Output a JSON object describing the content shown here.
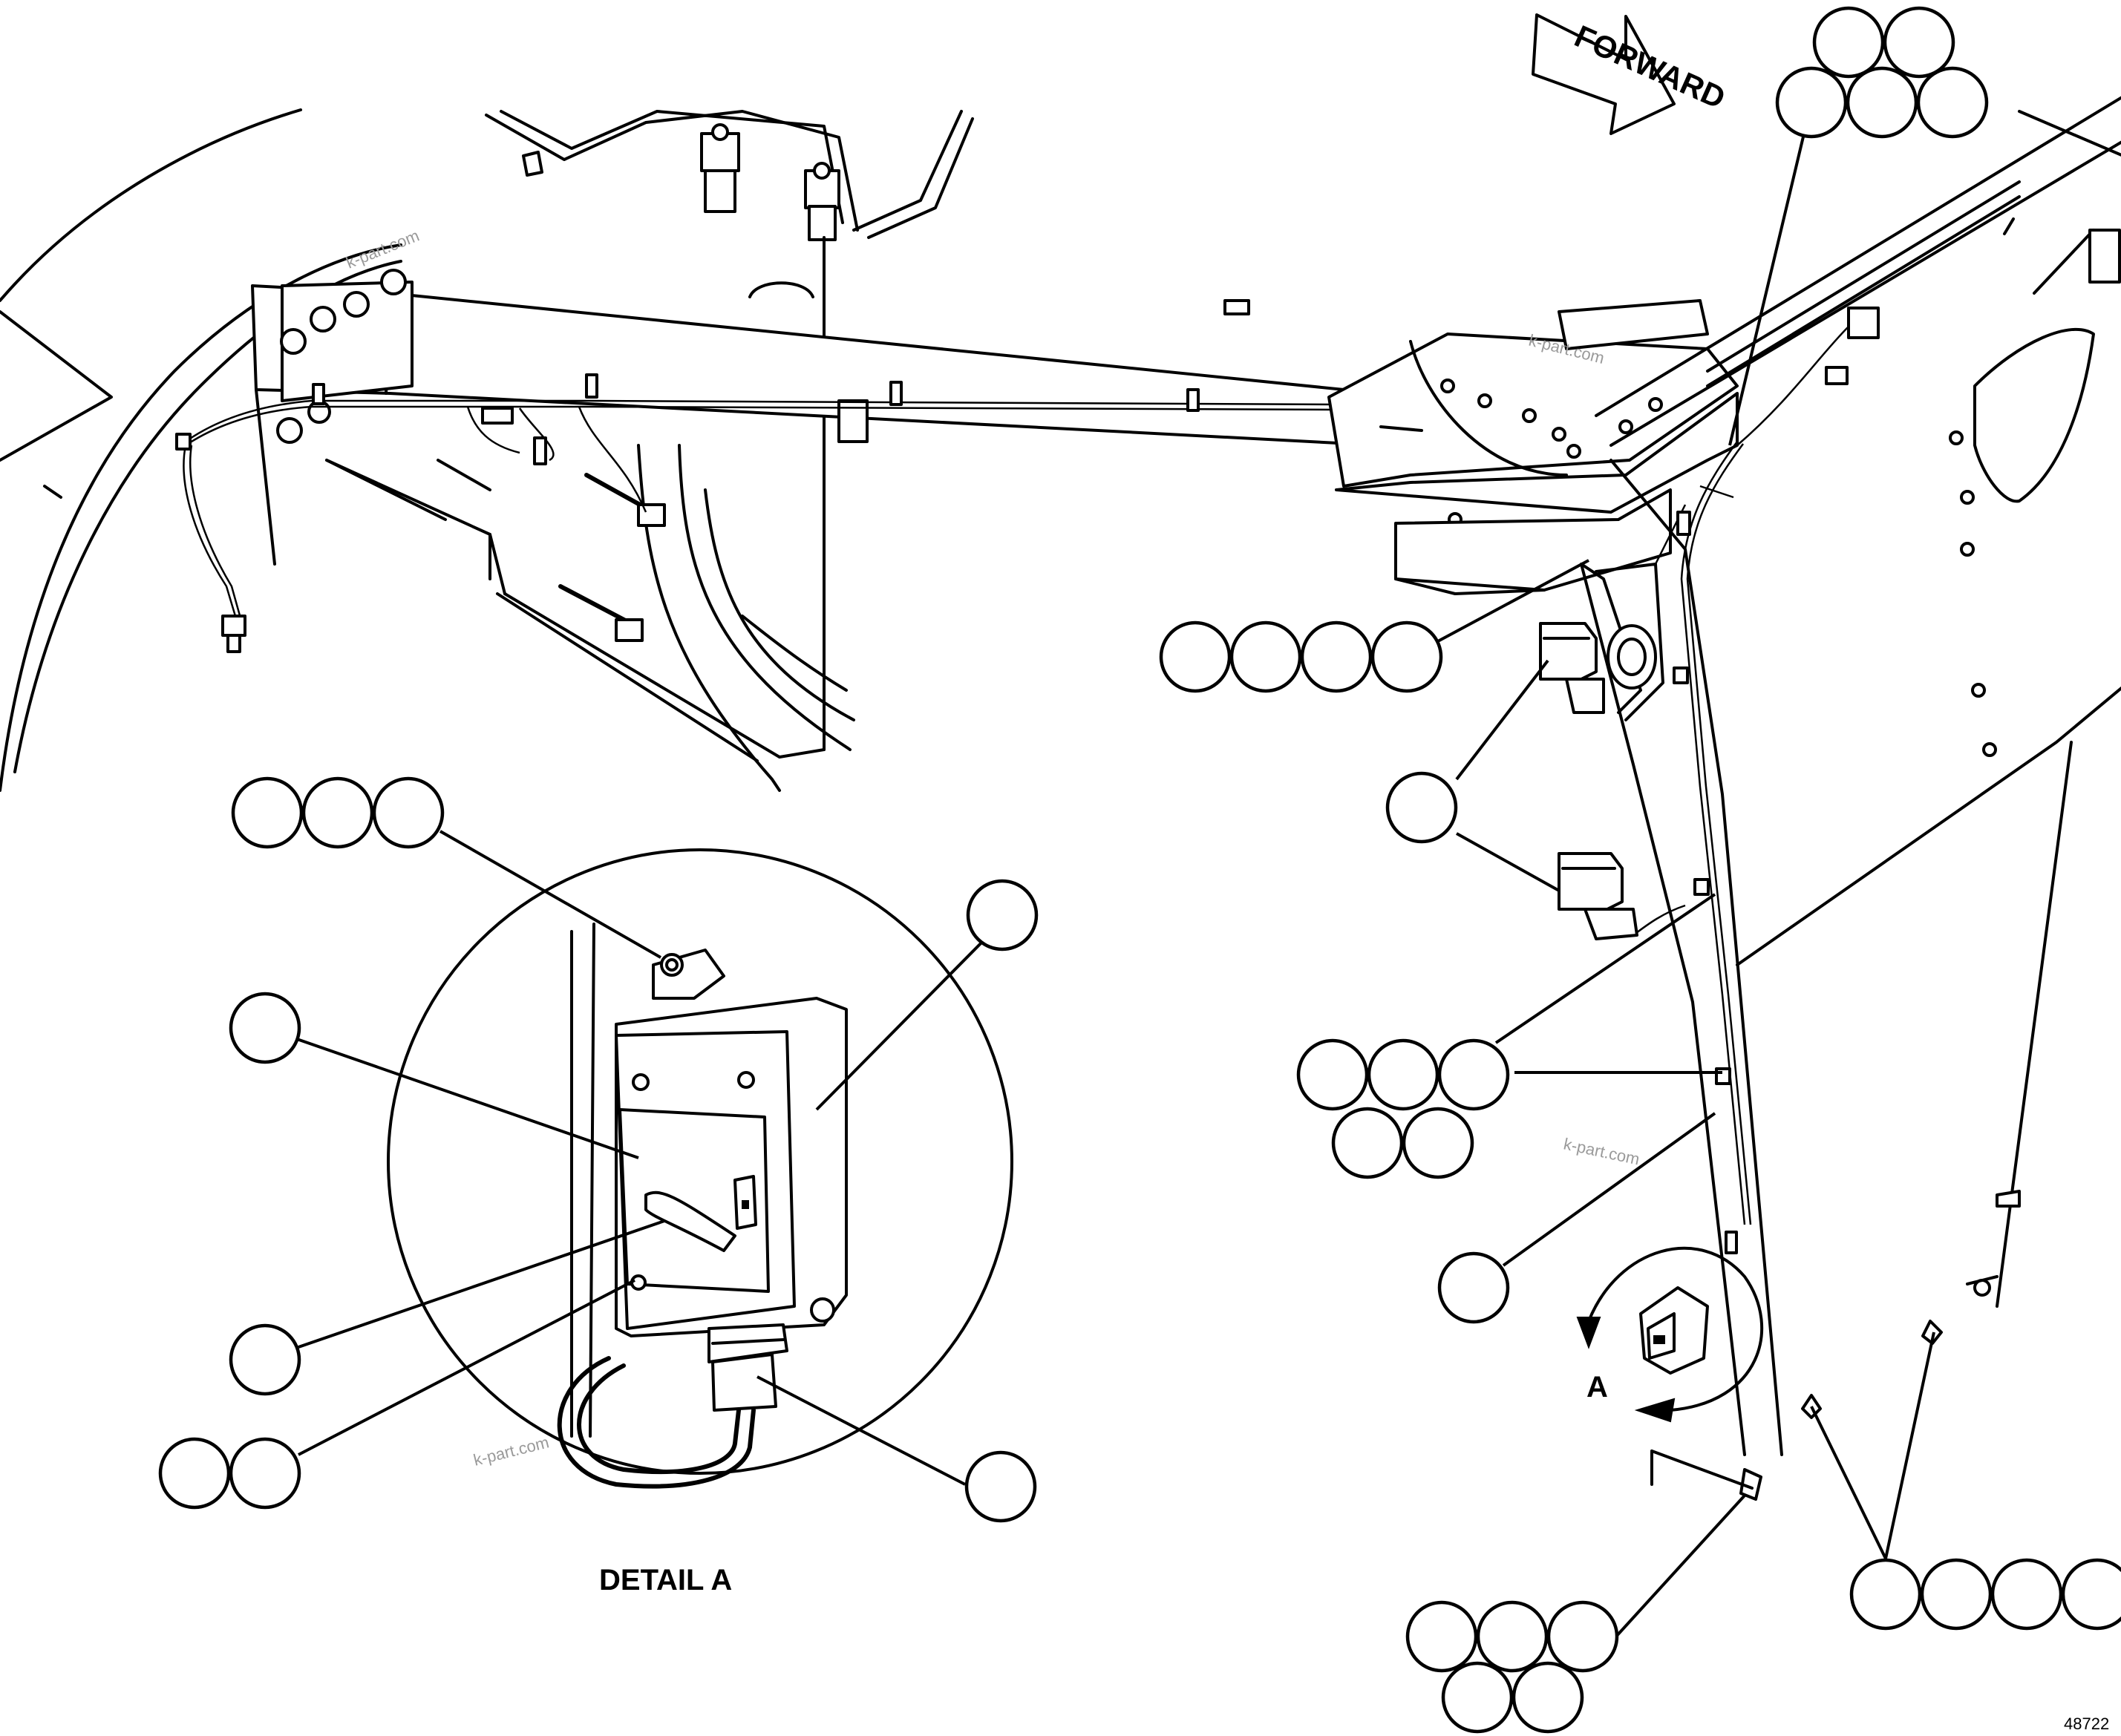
{
  "labels": {
    "forward": "FORWARD",
    "view_marker": "A",
    "detail_caption": "DETAIL A",
    "drawing_number": "48722"
  },
  "watermarks": [
    "k-part.com",
    "k-part.com",
    "k-part.com",
    "k-part.com"
  ],
  "callout_groups": [
    {
      "id": "top-right",
      "bubbles": 5
    },
    {
      "id": "bracket",
      "bubbles": 4
    },
    {
      "id": "lamps",
      "bubbles": 1
    },
    {
      "id": "detail-screw",
      "bubbles": 3
    },
    {
      "id": "detail-box",
      "bubbles": 1
    },
    {
      "id": "detail-cover",
      "bubbles": 1
    },
    {
      "id": "clips-mid",
      "bubbles": 5
    },
    {
      "id": "harness-lower",
      "bubbles": 1
    },
    {
      "id": "detail-handle",
      "bubbles": 1
    },
    {
      "id": "detail-hole",
      "bubbles": 2
    },
    {
      "id": "detail-connector",
      "bubbles": 1
    },
    {
      "id": "clamps-right",
      "bubbles": 4
    },
    {
      "id": "clip-bottom",
      "bubbles": 5
    }
  ]
}
